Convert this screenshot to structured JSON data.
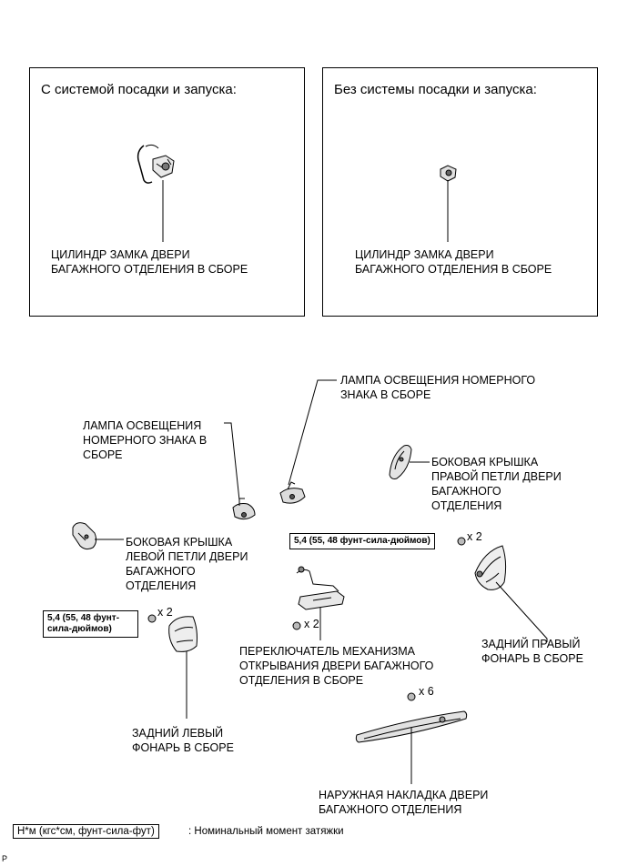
{
  "box_left": {
    "title": "С системой посадки и запуска:",
    "label": "ЦИЛИНДР ЗАМКА ДВЕРИ\nБАГАЖНОГО ОТДЕЛЕНИЯ В СБОРЕ"
  },
  "box_right": {
    "title": "Без системы посадки и запуска:",
    "label": "ЦИЛИНДР ЗАМКА ДВЕРИ\nБАГАЖНОГО ОТДЕЛЕНИЯ В СБОРЕ"
  },
  "labels": {
    "license_lamp_right": "ЛАМПА ОСВЕЩЕНИЯ НОМЕРНОГО\nЗНАКА В СБОРЕ",
    "license_lamp_left": "ЛАМПА ОСВЕЩЕНИЯ\nНОМЕРНОГО ЗНАКА В\nСБОРЕ",
    "hinge_cover_right": "БОКОВАЯ КРЫШКА\nПРАВОЙ ПЕТЛИ ДВЕРИ\nБАГАЖНОГО\nОТДЕЛЕНИЯ",
    "hinge_cover_left": "БОКОВАЯ КРЫШКА\nЛЕВОЙ ПЕТЛИ ДВЕРИ\nБАГАЖНОГО\nОТДЕЛЕНИЯ",
    "rear_lamp_right": "ЗАДНИЙ ПРАВЫЙ\nФОНАРЬ В СБОРЕ",
    "rear_lamp_left": "ЗАДНИЙ ЛЕВЫЙ\nФОНАРЬ В СБОРЕ",
    "opener_switch": "ПЕРЕКЛЮЧАТЕЛЬ МЕХАНИЗМА\nОТКРЫВАНИЯ ДВЕРИ БАГАЖНОГО\nОТДЕЛЕНИЯ В СБОРЕ",
    "door_garnish": "НАРУЖНАЯ НАКЛАДКА ДВЕРИ\nБАГАЖНОГО ОТДЕЛЕНИЯ"
  },
  "torque_right": "5,4 (55, 48 фунт-сила-дюймов)",
  "torque_left": "5,4 (55, 48 фунт-\nсила-дюймов)",
  "multipliers": {
    "right_lamp": "x 2",
    "left_lamp": "x 2",
    "switch": "x 2",
    "garnish": "x 6"
  },
  "legend": {
    "key": "Н*м (кгс*см, фунт-сила-фут)",
    "text": ": Номинальный момент затяжки"
  },
  "corner_code": "P"
}
